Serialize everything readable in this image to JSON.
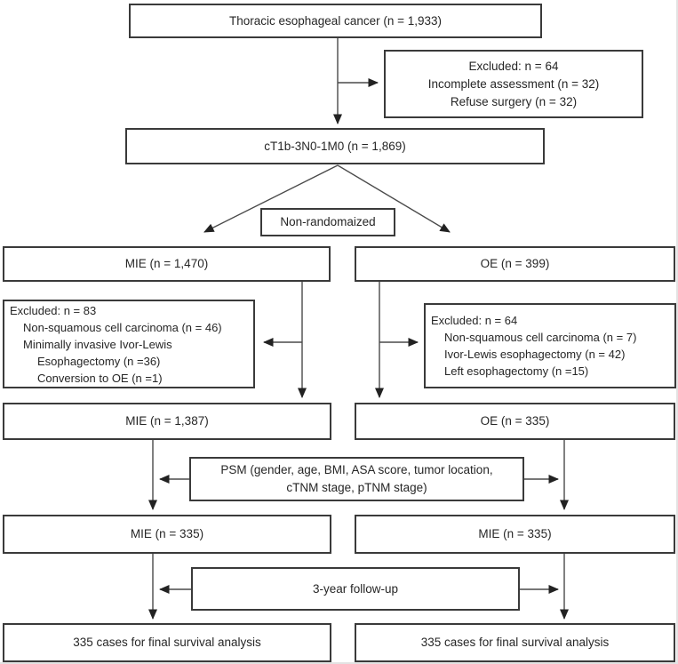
{
  "flowchart": {
    "enrollment": {
      "label": "Thoracic esophageal cancer (n = 1,933)"
    },
    "excluded_initial": {
      "lines": [
        "Excluded: n = 64",
        "Incomplete assessment (n = 32)",
        "Refuse surgery (n = 32)"
      ]
    },
    "eligible": {
      "label": "cT1b-3N0-1M0 (n = 1,869)"
    },
    "allocation": {
      "label": "Non-randomaized"
    },
    "mie_arm": {
      "label": "MIE (n = 1,470)"
    },
    "oe_arm": {
      "label": "OE (n = 399)"
    },
    "excluded_mie": {
      "lines": [
        "Excluded: n = 83",
        "Non-squamous cell carcinoma (n = 46)",
        "Minimally invasive Ivor-Lewis",
        "Esophagectomy (n =36)",
        "Conversion to OE (n =1)"
      ]
    },
    "excluded_oe": {
      "lines": [
        "Excluded: n = 64",
        "Non-squamous cell carcinoma (n = 7)",
        "Ivor-Lewis esophagectomy (n = 42)",
        "Left esophagectomy (n =15)"
      ]
    },
    "mie_included": {
      "label": "MIE (n = 1,387)"
    },
    "oe_included": {
      "label": "OE (n = 335)"
    },
    "psm": {
      "lines": [
        "PSM (gender, age, BMI, ASA score, tumor location,",
        "cTNM stage, pTNM stage)"
      ]
    },
    "mie_matched": {
      "label": "MIE (n = 335)"
    },
    "oe_matched": {
      "label": "MIE (n = 335)"
    },
    "followup": {
      "label": "3-year follow-up"
    },
    "final_mie": {
      "label": "335 cases for final survival analysis"
    },
    "final_oe": {
      "label": "335 cases for final survival analysis"
    }
  },
  "colors": {
    "box_border": "#3a3a3a",
    "connector_line": "#4a4a4a",
    "arrowhead": "#222222",
    "text": "#262626",
    "background": "#ffffff"
  }
}
